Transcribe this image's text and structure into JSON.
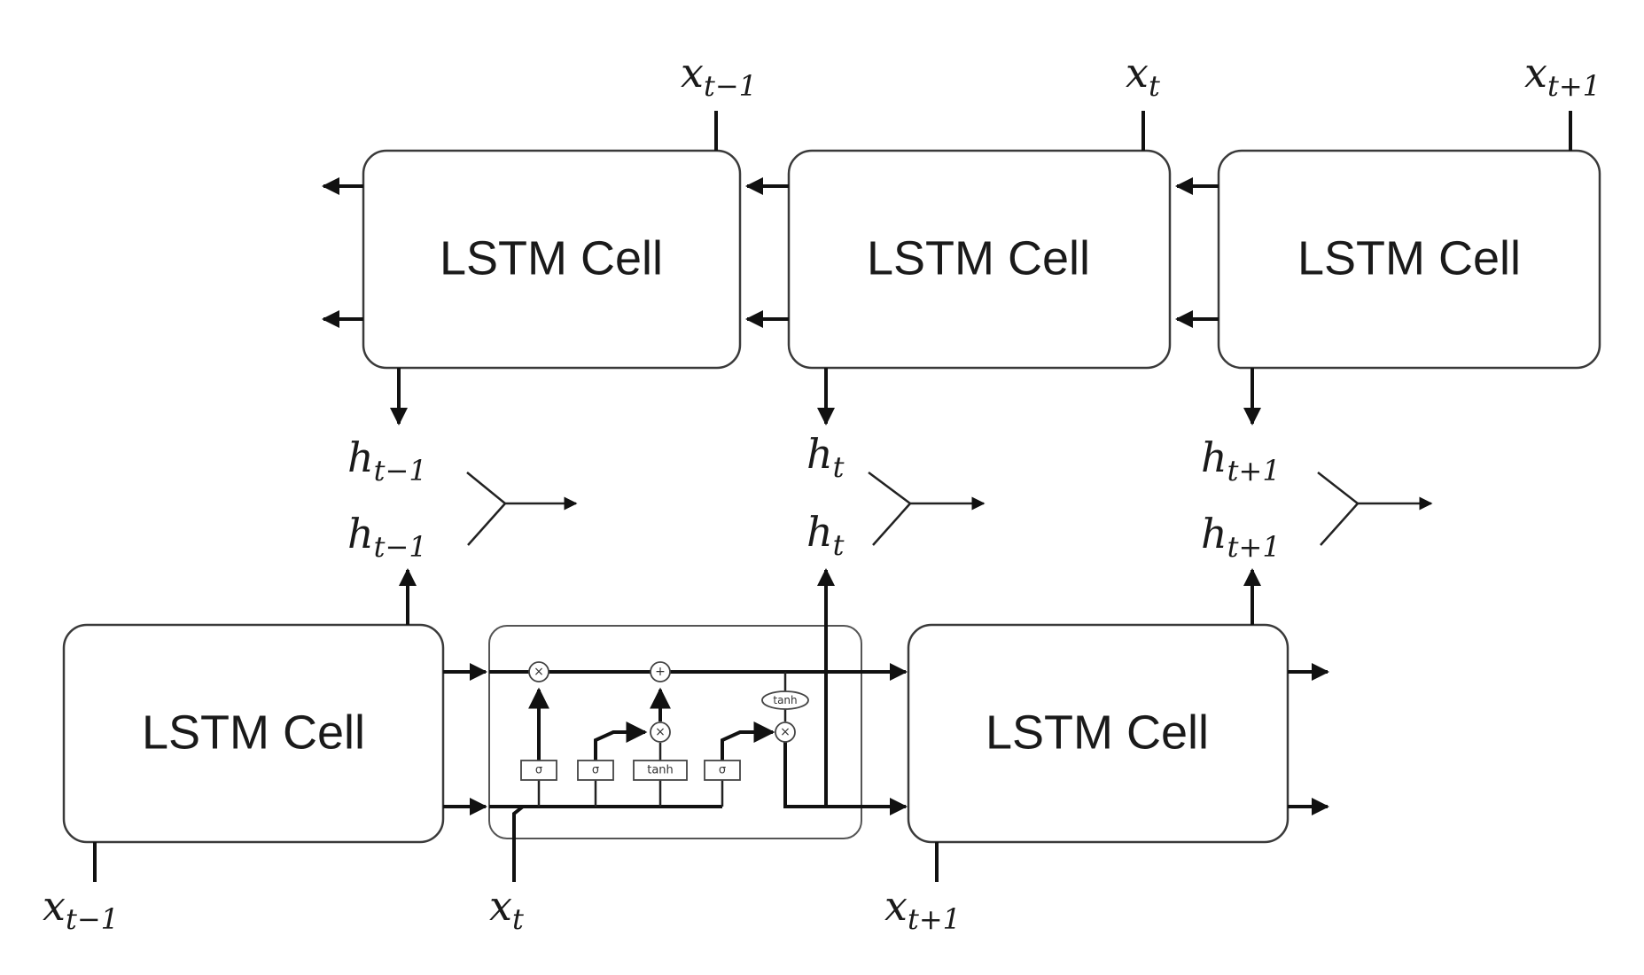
{
  "cells": {
    "label": "LSTM Cell"
  },
  "backward_inputs": [
    {
      "base": "x",
      "sub": "t−1"
    },
    {
      "base": "x",
      "sub": "t"
    },
    {
      "base": "x",
      "sub": "t+1"
    }
  ],
  "forward_inputs": [
    {
      "base": "x",
      "sub": "t−1"
    },
    {
      "base": "x",
      "sub": "t"
    },
    {
      "base": "x",
      "sub": "t+1"
    }
  ],
  "hidden_pairs": [
    {
      "top": {
        "base": "h",
        "sub": "t−1"
      },
      "bottom": {
        "base": "h",
        "sub": "t−1"
      }
    },
    {
      "top": {
        "base": "h",
        "sub": "t"
      },
      "bottom": {
        "base": "h",
        "sub": "t"
      }
    },
    {
      "top": {
        "base": "h",
        "sub": "t+1"
      },
      "bottom": {
        "base": "h",
        "sub": "t+1"
      }
    }
  ],
  "inner_cell": {
    "gates": [
      "σ",
      "σ",
      "tanh",
      "σ"
    ],
    "ops": {
      "forget_multiply": "×",
      "add": "+",
      "input_multiply": "×",
      "output_multiply": "×",
      "cell_tanh": "tanh"
    }
  }
}
